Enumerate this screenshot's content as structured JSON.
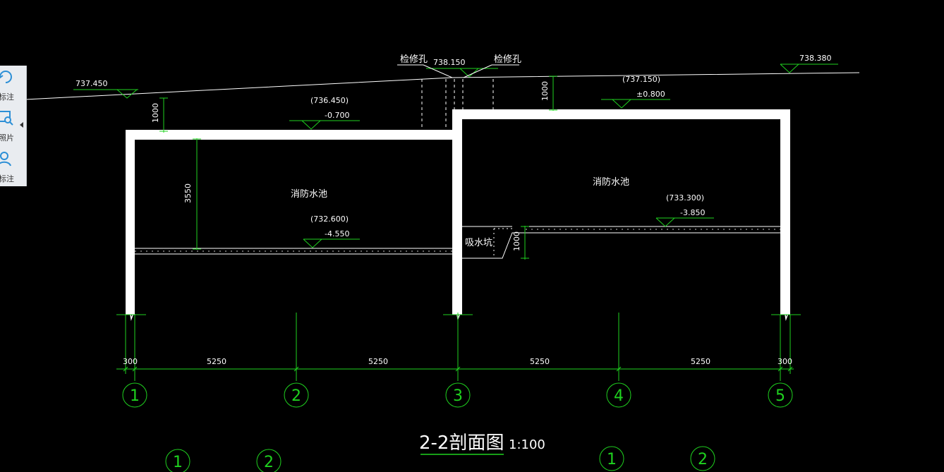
{
  "toolbar": {
    "items": [
      {
        "label": "标注",
        "icon": "refresh-icon"
      },
      {
        "label": "照片",
        "icon": "photo-search-icon"
      },
      {
        "label": "标注",
        "icon": "person-icon"
      }
    ]
  },
  "elevations": {
    "top_left": "737.450",
    "top_middle": "738.150",
    "top_right": "738.380",
    "left_roof_abs": "(736.450)",
    "left_roof_rel": "-0.700",
    "right_roof_abs": "(737.150)",
    "right_roof_rel": "±0.800",
    "left_floor_abs": "(732.600)",
    "left_floor_rel": "-4.550",
    "right_floor_abs": "(733.300)",
    "right_floor_rel": "-3.850"
  },
  "labels": {
    "access_hole_left": "检修孔",
    "access_hole_right": "检修孔",
    "pool_left": "消防水池",
    "pool_right": "消防水池",
    "sump": "吸水坑"
  },
  "dimensions": {
    "cover_left": "1000",
    "cover_right": "1000",
    "height_left": "3550",
    "sump_depth": "1000",
    "spans": [
      "300",
      "5250",
      "5250",
      "5250",
      "5250",
      "300"
    ]
  },
  "axes": [
    "1",
    "2",
    "3",
    "4",
    "5"
  ],
  "bottom_axes": [
    "1",
    "2",
    "1",
    "2"
  ],
  "title": {
    "name": "2-2剖面图",
    "scale": "1:100"
  },
  "colors": {
    "background": "#000000",
    "structure": "#ffffff",
    "dimension": "#1fd21f"
  }
}
